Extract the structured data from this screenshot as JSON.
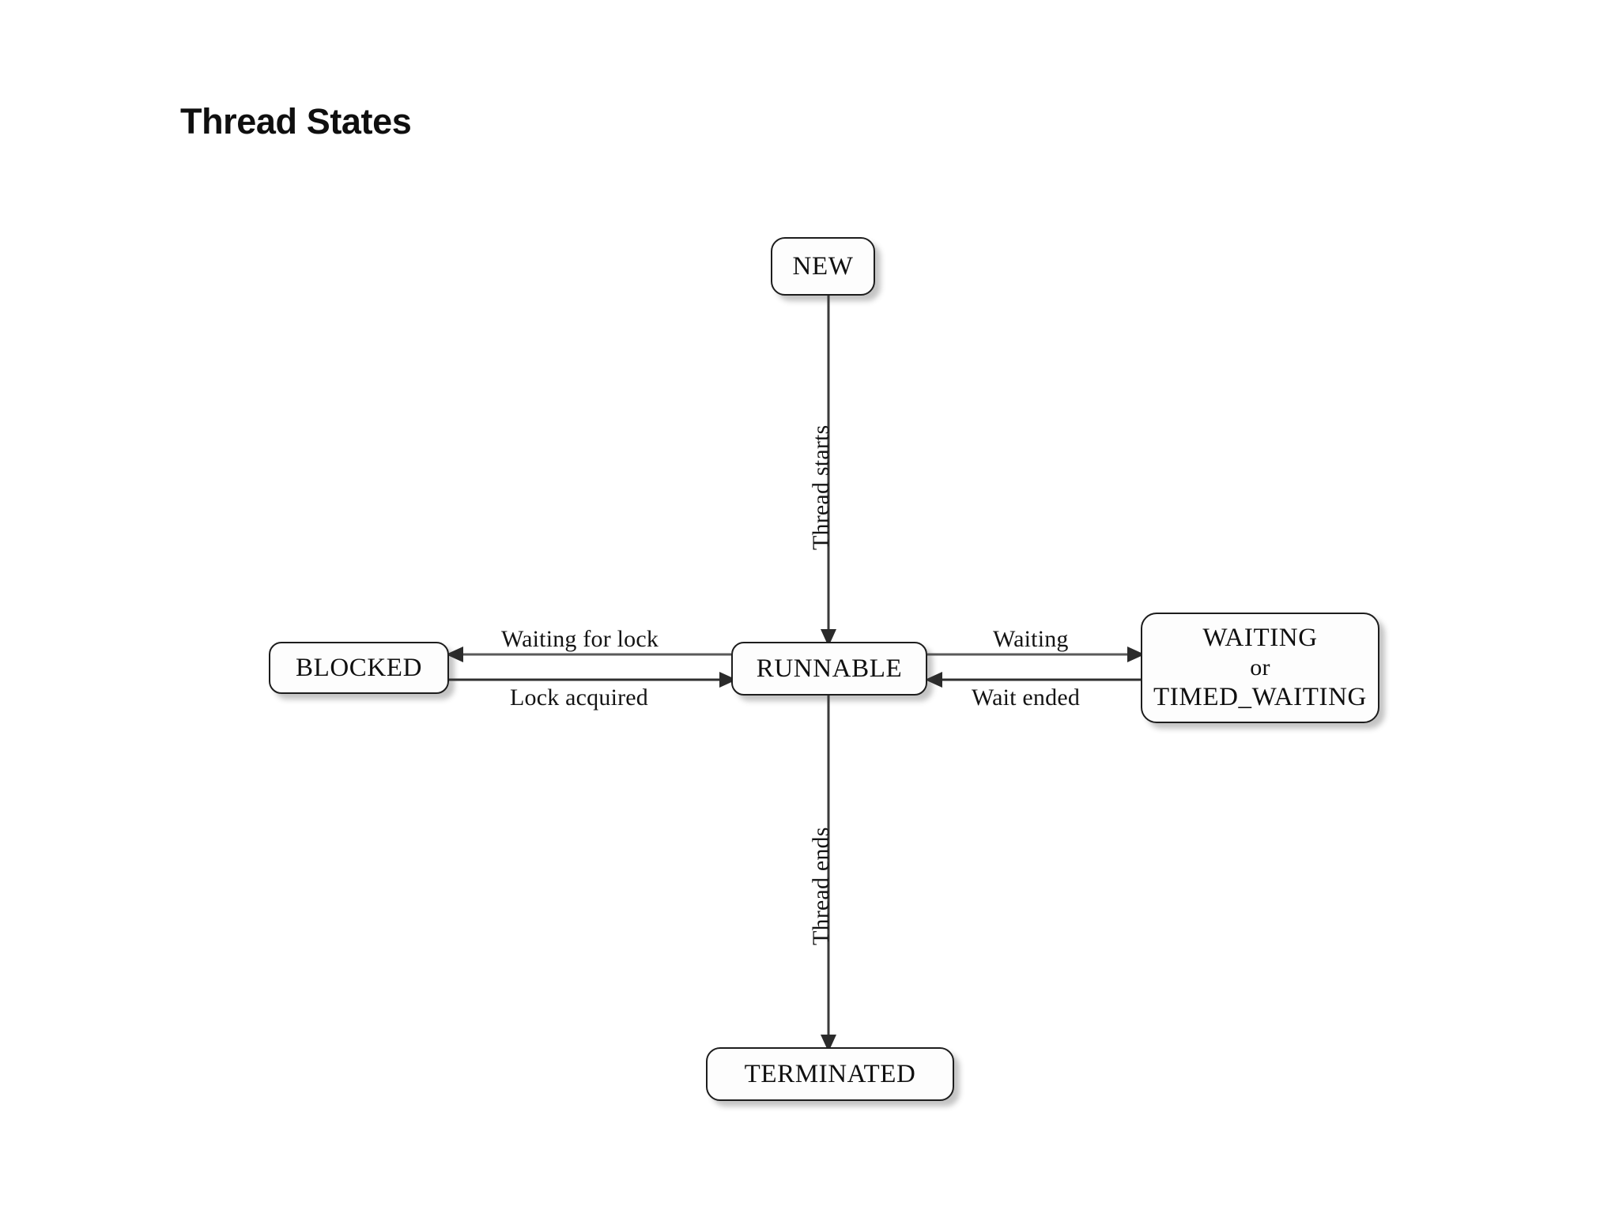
{
  "page": {
    "title": "Thread States",
    "background_color": "#ffffff",
    "node_fill_color": "#fdfdfd",
    "node_border_color": "#1d1d1d",
    "edge_color": "#3a3a3a",
    "text_color": "#101010"
  },
  "diagram": {
    "type": "state-diagram",
    "nodes": [
      {
        "id": "new",
        "label": "NEW",
        "lines": [
          "NEW"
        ]
      },
      {
        "id": "runnable",
        "label": "RUNNABLE",
        "lines": [
          "RUNNABLE"
        ]
      },
      {
        "id": "blocked",
        "label": "BLOCKED",
        "lines": [
          "BLOCKED"
        ]
      },
      {
        "id": "waiting",
        "label": "WAITING or TIMED_WAITING",
        "lines": [
          "WAITING",
          "or",
          "TIMED_WAITING"
        ]
      },
      {
        "id": "terminated",
        "label": "TERMINATED",
        "lines": [
          "TERMINATED"
        ]
      }
    ],
    "node_lines": {
      "new": "NEW",
      "runnable": "RUNNABLE",
      "blocked": "BLOCKED",
      "waiting_1": "WAITING",
      "waiting_2": "or",
      "waiting_3": "TIMED_WAITING",
      "terminated": "TERMINATED"
    },
    "edges": [
      {
        "id": "new-to-runnable",
        "from": "new",
        "to": "runnable",
        "label": "Thread starts",
        "orientation": "vertical"
      },
      {
        "id": "runnable-to-blocked",
        "from": "runnable",
        "to": "blocked",
        "label": "Waiting for lock",
        "orientation": "horizontal"
      },
      {
        "id": "blocked-to-runnable",
        "from": "blocked",
        "to": "runnable",
        "label": "Lock acquired",
        "orientation": "horizontal"
      },
      {
        "id": "runnable-to-waiting",
        "from": "runnable",
        "to": "waiting",
        "label": "Waiting",
        "orientation": "horizontal"
      },
      {
        "id": "waiting-to-runnable",
        "from": "waiting",
        "to": "runnable",
        "label": "Wait ended",
        "orientation": "horizontal"
      },
      {
        "id": "runnable-to-terminated",
        "from": "runnable",
        "to": "terminated",
        "label": "Thread ends",
        "orientation": "vertical"
      }
    ],
    "edge_labels": {
      "thread_starts": "Thread starts",
      "waiting_for_lock": "Waiting for lock",
      "lock_acquired": "Lock acquired",
      "waiting": "Waiting",
      "wait_ended": "Wait ended",
      "thread_ends": "Thread ends"
    }
  }
}
